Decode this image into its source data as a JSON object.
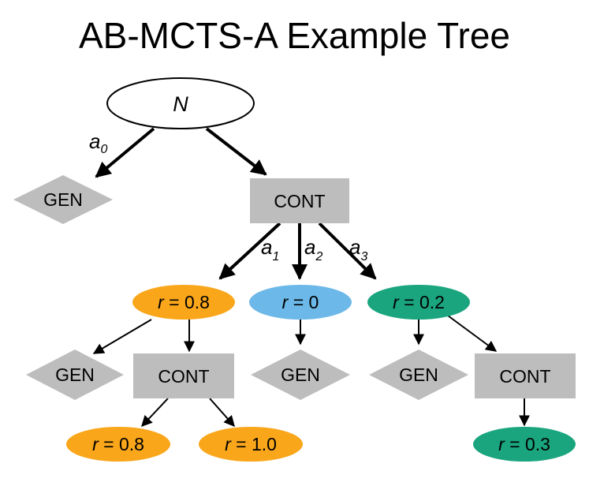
{
  "title": "AB-MCTS-A Example Tree",
  "colors": {
    "gray": "#bdbdbd",
    "orange": "#f9a61a",
    "blue": "#6cb8e8",
    "green": "#1aa57e"
  },
  "root": {
    "label": "N"
  },
  "edges": {
    "a0": {
      "base": "a",
      "sub": "0"
    },
    "a1": {
      "base": "a",
      "sub": "1"
    },
    "a2": {
      "base": "a",
      "sub": "2"
    },
    "a3": {
      "base": "a",
      "sub": "3"
    }
  },
  "nodes": {
    "gen_top": "GEN",
    "cont_top": "CONT",
    "r08_var": "r",
    "r08_val": "0.8",
    "r0_var": "r",
    "r0_val": "0",
    "r02_var": "r",
    "r02_val": "0.2",
    "gen_l": "GEN",
    "cont_l": "CONT",
    "gen_m": "GEN",
    "gen_r": "GEN",
    "cont_r": "CONT",
    "r08b_var": "r",
    "r08b_val": "0.8",
    "r10_var": "r",
    "r10_val": "1.0",
    "r03_var": "r",
    "r03_val": "0.3"
  }
}
